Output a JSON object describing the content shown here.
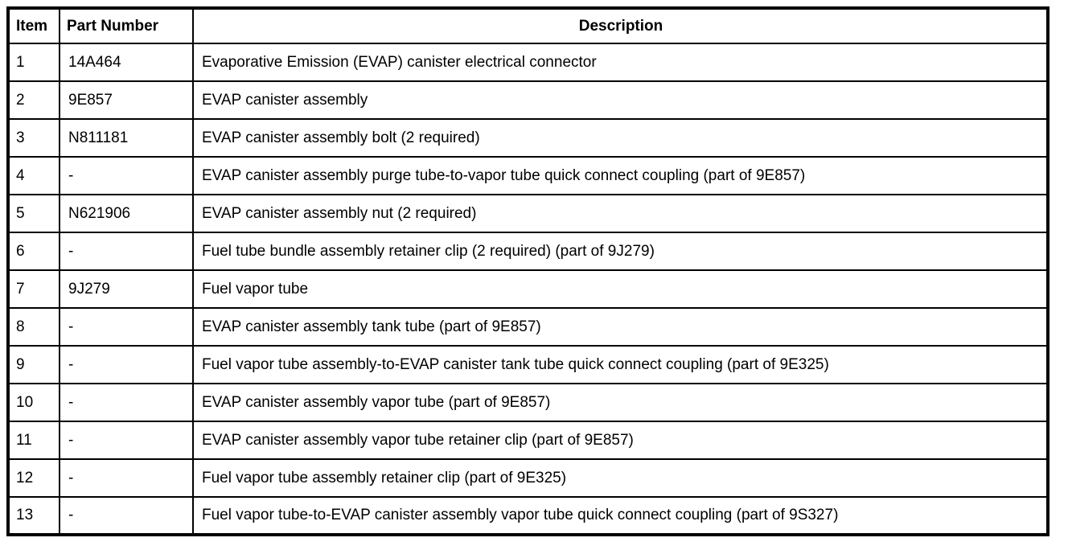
{
  "table": {
    "columns": [
      {
        "label": "Item"
      },
      {
        "label": "Part Number"
      },
      {
        "label": "Description"
      }
    ],
    "rows": [
      {
        "item": "1",
        "part_number": "14A464",
        "description": "Evaporative Emission (EVAP) canister electrical connector"
      },
      {
        "item": "2",
        "part_number": "9E857",
        "description": "EVAP canister assembly"
      },
      {
        "item": "3",
        "part_number": "N811181",
        "description": "EVAP canister assembly bolt (2 required)"
      },
      {
        "item": "4",
        "part_number": "-",
        "description": "EVAP canister assembly purge tube-to-vapor tube quick connect coupling (part of 9E857)"
      },
      {
        "item": "5",
        "part_number": "N621906",
        "description": "EVAP canister assembly nut (2 required)"
      },
      {
        "item": "6",
        "part_number": "-",
        "description": "Fuel tube bundle assembly retainer clip (2 required) (part of 9J279)"
      },
      {
        "item": "7",
        "part_number": "9J279",
        "description": "Fuel vapor tube"
      },
      {
        "item": "8",
        "part_number": "-",
        "description": "EVAP canister assembly tank tube (part of 9E857)"
      },
      {
        "item": "9",
        "part_number": "-",
        "description": "Fuel vapor tube assembly-to-EVAP canister tank tube quick connect coupling (part of 9E325)"
      },
      {
        "item": "10",
        "part_number": "-",
        "description": "EVAP canister assembly vapor tube (part of 9E857)"
      },
      {
        "item": "11",
        "part_number": "-",
        "description": "EVAP canister assembly vapor tube retainer clip (part of 9E857)"
      },
      {
        "item": "12",
        "part_number": "-",
        "description": "Fuel vapor tube assembly retainer clip (part of 9E325)"
      },
      {
        "item": "13",
        "part_number": "-",
        "description": "Fuel vapor tube-to-EVAP canister assembly vapor tube quick connect coupling (part of 9S327)"
      }
    ]
  },
  "colors": {
    "border": "#000000",
    "text": "#000000",
    "background": "#ffffff"
  }
}
